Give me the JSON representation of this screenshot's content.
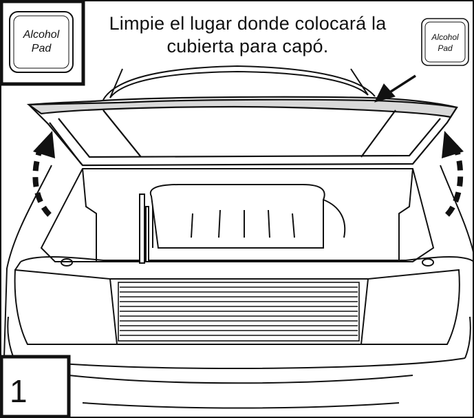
{
  "instruction": {
    "line1": "Limpie el lugar donde colocará la",
    "line2": "cubierta para capó."
  },
  "pad_large": {
    "line1": "Alcohol",
    "line2": "Pad"
  },
  "pad_small": {
    "line1": "Alcohol",
    "line2": "Pad"
  },
  "step": {
    "number": "1"
  }
}
